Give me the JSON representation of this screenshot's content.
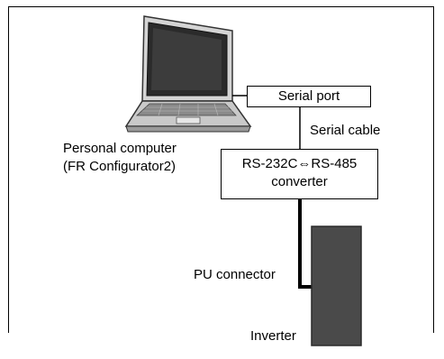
{
  "diagram": {
    "serial_port_label": "Serial port",
    "serial_cable_label": "Serial cable",
    "pc_label_line1": "Personal computer",
    "pc_label_line2": "(FR Configurator2)",
    "converter_label_line1": "RS-232C⇔RS-485",
    "converter_label_line2": "converter",
    "pu_connector_label": "PU connector",
    "inverter_label": "Inverter"
  }
}
